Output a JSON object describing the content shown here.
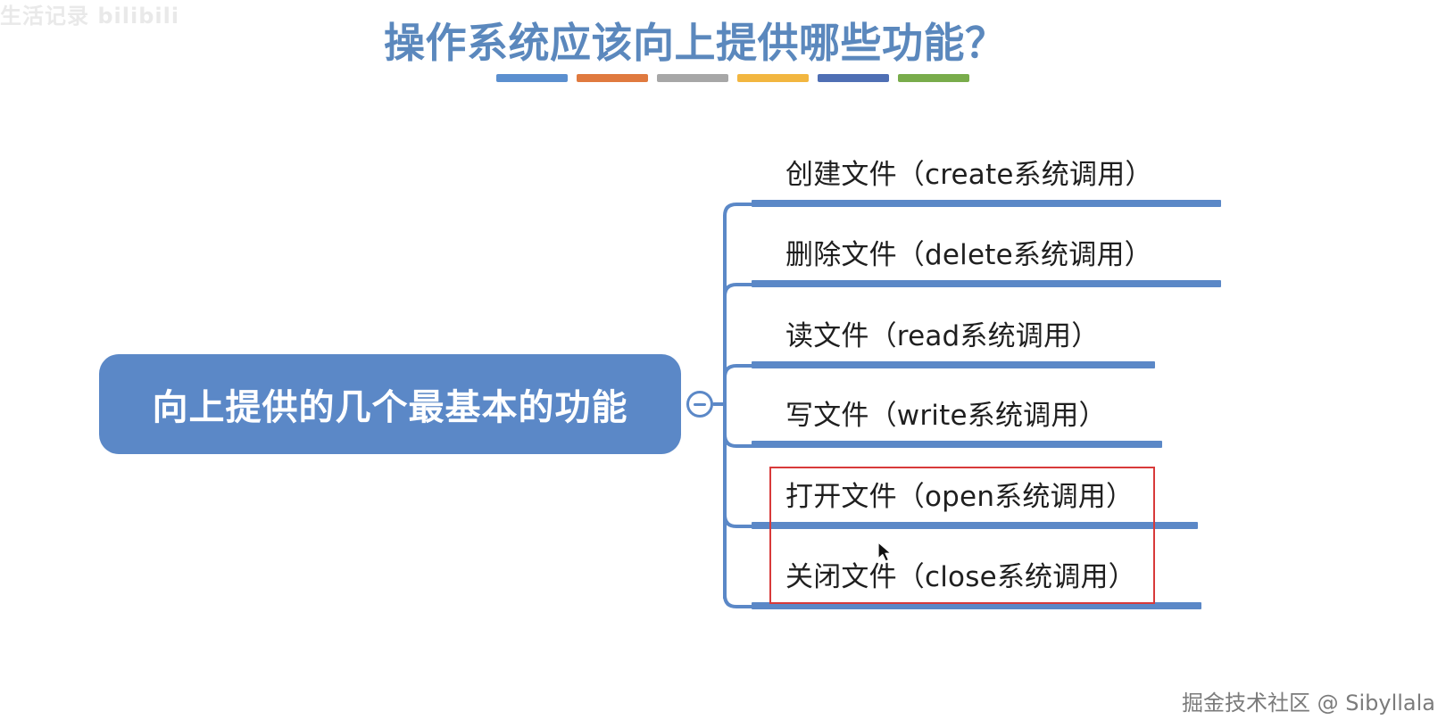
{
  "header": {
    "watermark": "生活记录 bilibili",
    "title": "操作系统应该向上提供哪些功能？"
  },
  "title_strip": {
    "colors": [
      "#5b8fcf",
      "#e07a3f",
      "#a7a7a7",
      "#f2b640",
      "#4f6fb4",
      "#79ac4b"
    ]
  },
  "diagram": {
    "center_label": "向上提供的几个最基本的功能",
    "branches": [
      {
        "label": "创建文件（create系统调用）"
      },
      {
        "label": "删除文件（delete系统调用）"
      },
      {
        "label": "读文件（read系统调用）"
      },
      {
        "label": "写文件（write系统调用）"
      },
      {
        "label": "打开文件（open系统调用）"
      },
      {
        "label": "关闭文件（close系统调用）"
      }
    ],
    "line_color": "#5b88c7",
    "highlight_color": "#d83a3a"
  },
  "footer": {
    "watermark": "掘金技术社区 @ Sibyllala"
  }
}
